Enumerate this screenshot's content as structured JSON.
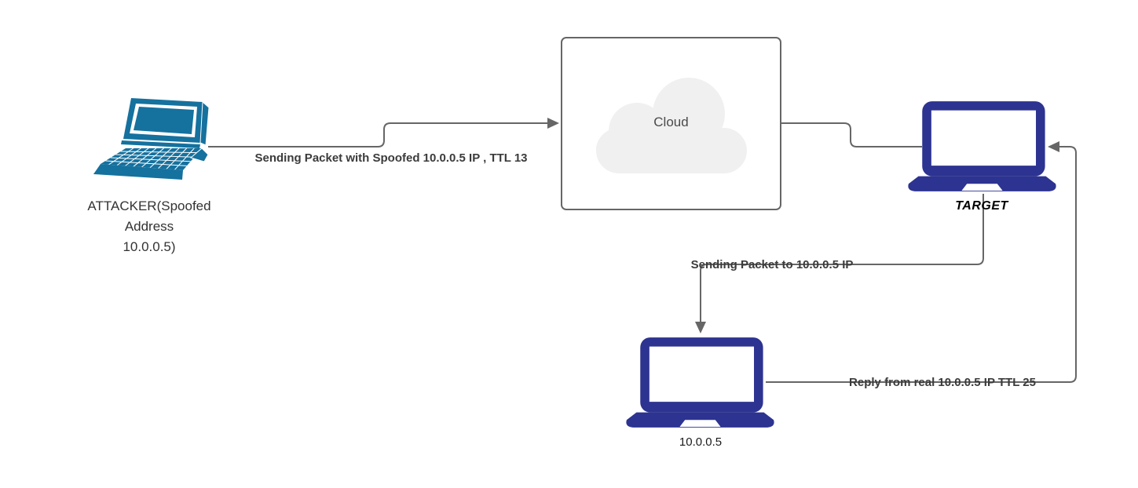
{
  "colors": {
    "attacker_laptop": "#15719e",
    "laptop_navy": "#2d3390",
    "line": "#666666",
    "cloud_fill": "#f0f0f0",
    "cloud_border": "#666666",
    "cloud_text": "#4a4a4a",
    "node_text": "#333333",
    "edge_text": "#3b3b3b"
  },
  "nodes": {
    "attacker": {
      "icon": "laptop-perspective-icon",
      "label_lines": [
        "ATTACKER(Spoofed",
        "Address",
        "10.0.0.5)"
      ]
    },
    "cloud": {
      "icon": "cloud-icon",
      "label": "Cloud"
    },
    "target": {
      "icon": "laptop-icon",
      "label": "TARGET"
    },
    "real_host": {
      "icon": "laptop-icon",
      "label": "10.0.0.5"
    }
  },
  "edges": [
    {
      "from": "attacker",
      "to": "cloud",
      "label": "Sending Packet with Spoofed 10.0.0.5 IP , TTL 13"
    },
    {
      "from": "cloud",
      "to": "target",
      "label": ""
    },
    {
      "from": "target",
      "to": "real_host",
      "label": "Sending Packet to 10.0.0.5 IP"
    },
    {
      "from": "real_host",
      "to": "target",
      "label": "Reply from real 10.0.0.5 IP TTL 25"
    }
  ]
}
